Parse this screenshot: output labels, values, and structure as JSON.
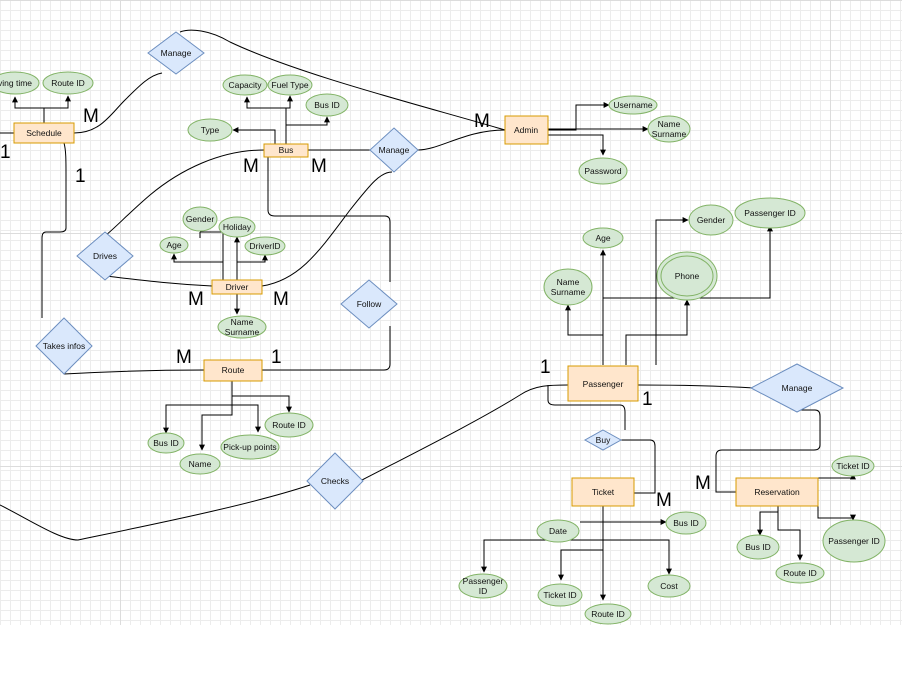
{
  "entities": {
    "schedule": "Schedule",
    "bus": "Bus",
    "admin": "Admin",
    "driver": "Driver",
    "route": "Route",
    "passenger": "Passenger",
    "ticket": "Ticket",
    "reservation": "Reservation"
  },
  "relationships": {
    "manage_top": "Manage",
    "manage_bus": "Manage",
    "drives": "Drives",
    "follow": "Follow",
    "takes_infos": "Takes infos",
    "checks": "Checks",
    "buy": "Buy",
    "manage_res": "Manage"
  },
  "attributes": {
    "schedule_time": "ving time",
    "schedule_route_id": "Route ID",
    "bus_capacity": "Capacity",
    "bus_fuel_type": "Fuel Type",
    "bus_bus_id": "Bus ID",
    "bus_type": "Type",
    "admin_username": "Username",
    "admin_name_1": "Name",
    "admin_name_2": "Surname",
    "admin_password": "Password",
    "driver_gender": "Gender",
    "driver_holiday": "Holiday",
    "driver_age": "Age",
    "driver_id": "DriverID",
    "driver_name_1": "Name",
    "driver_name_2": "Surname",
    "route_bus_id": "Bus ID",
    "route_name": "Name",
    "route_pickup": "Pick-up points",
    "route_route_id": "Route ID",
    "passenger_age": "Age",
    "passenger_gender": "Gender",
    "passenger_pid": "Passenger ID",
    "passenger_name_1": "Name",
    "passenger_name_2": "Surname",
    "passenger_phone": "Phone",
    "ticket_date": "Date",
    "ticket_bus_id": "Bus ID",
    "ticket_pid_1": "Passenger",
    "ticket_pid_2": "ID",
    "ticket_id": "Ticket ID",
    "ticket_route_id": "Route ID",
    "ticket_cost": "Cost",
    "res_ticket_id": "Ticket ID",
    "res_pid": "Passenger ID",
    "res_bus_id": "Bus ID",
    "res_route_id": "Route ID"
  },
  "cardinalities": {
    "sched_m": "M",
    "sched_1_left": "1",
    "sched_1_below": "1",
    "admin_m": "M",
    "bus_m_left": "M",
    "bus_m_right": "M",
    "driver_m_left": "M",
    "driver_m_right": "M",
    "route_m": "M",
    "route_1": "1",
    "pass_1_left": "1",
    "pass_1_right": "1",
    "ticket_m": "M",
    "res_m": "M"
  },
  "colors": {
    "entity_fill": "#ffe6cc",
    "entity_stroke": "#d79b00",
    "attribute_fill": "#d5e8d4",
    "attribute_stroke": "#82b366",
    "relationship_fill": "#dae8fc",
    "relationship_stroke": "#6c8ebf",
    "edge": "#000000"
  }
}
